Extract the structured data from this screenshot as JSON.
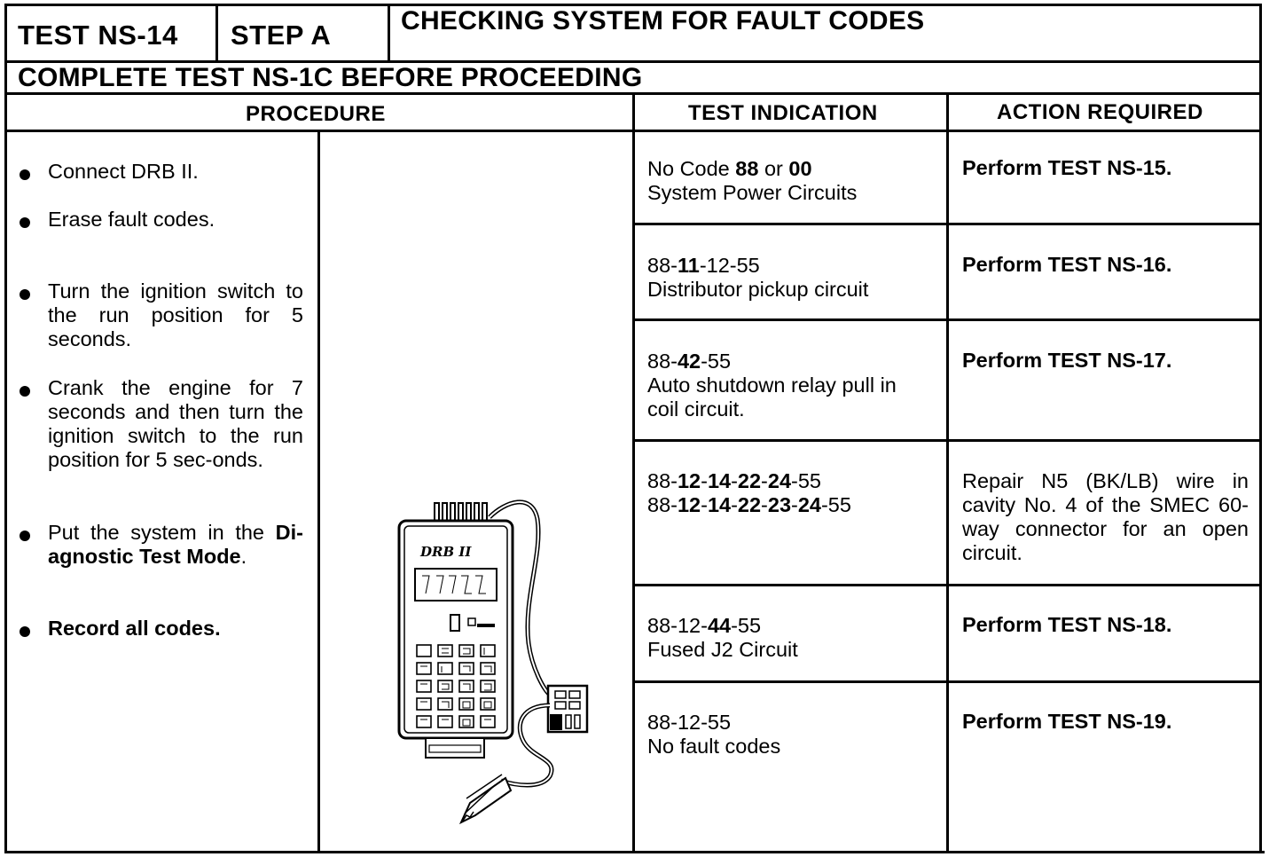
{
  "header": {
    "test_id": "TEST NS-14",
    "step": "STEP A",
    "title": "CHECKING SYSTEM FOR FAULT CODES",
    "prerequisite": "COMPLETE TEST NS-1C BEFORE PROCEEDING"
  },
  "columns": {
    "procedure": "PROCEDURE",
    "indication": "TEST INDICATION",
    "action": "ACTION REQUIRED"
  },
  "procedure_steps": [
    {
      "text": "Connect DRB II."
    },
    {
      "text": "Erase fault codes."
    },
    {
      "text": "Turn the ignition switch to the run position for 5 seconds."
    },
    {
      "text": "Crank the engine for 7 seconds and then turn the ignition switch to the run position for 5 sec-onds."
    },
    {
      "pre": "Put the system in the ",
      "bold": "Di-agnostic Test Mode",
      "post": "."
    },
    {
      "bold": "Record all codes."
    }
  ],
  "rows": [
    {
      "indication": [
        "No Code 88 or 00",
        "System Power Circuits"
      ],
      "action": "Perform TEST NS-15."
    },
    {
      "indication": [
        "88-11-12-55",
        "Distributor pickup circuit"
      ],
      "action": "Perform TEST NS-16."
    },
    {
      "indication": [
        "88-42-55",
        "Auto shutdown relay pull in",
        "coil circuit."
      ],
      "action": "Perform TEST NS-17."
    },
    {
      "indication": [
        "88-12-14-22-24-55",
        "88-12-14-22-23-24-55"
      ],
      "action": "Repair N5 (BK/LB) wire in cavity No. 4 of the SMEC 60-way connector for an open circuit."
    },
    {
      "indication": [
        "88-12-44-55",
        "Fused J2 Circuit"
      ],
      "action": "Perform TEST NS-18."
    },
    {
      "indication": [
        "88-12-55",
        "No fault codes"
      ],
      "action": "Perform TEST NS-19."
    }
  ],
  "device": {
    "brand": "DRB II",
    "icon": "drb-ii-tester-icon"
  }
}
